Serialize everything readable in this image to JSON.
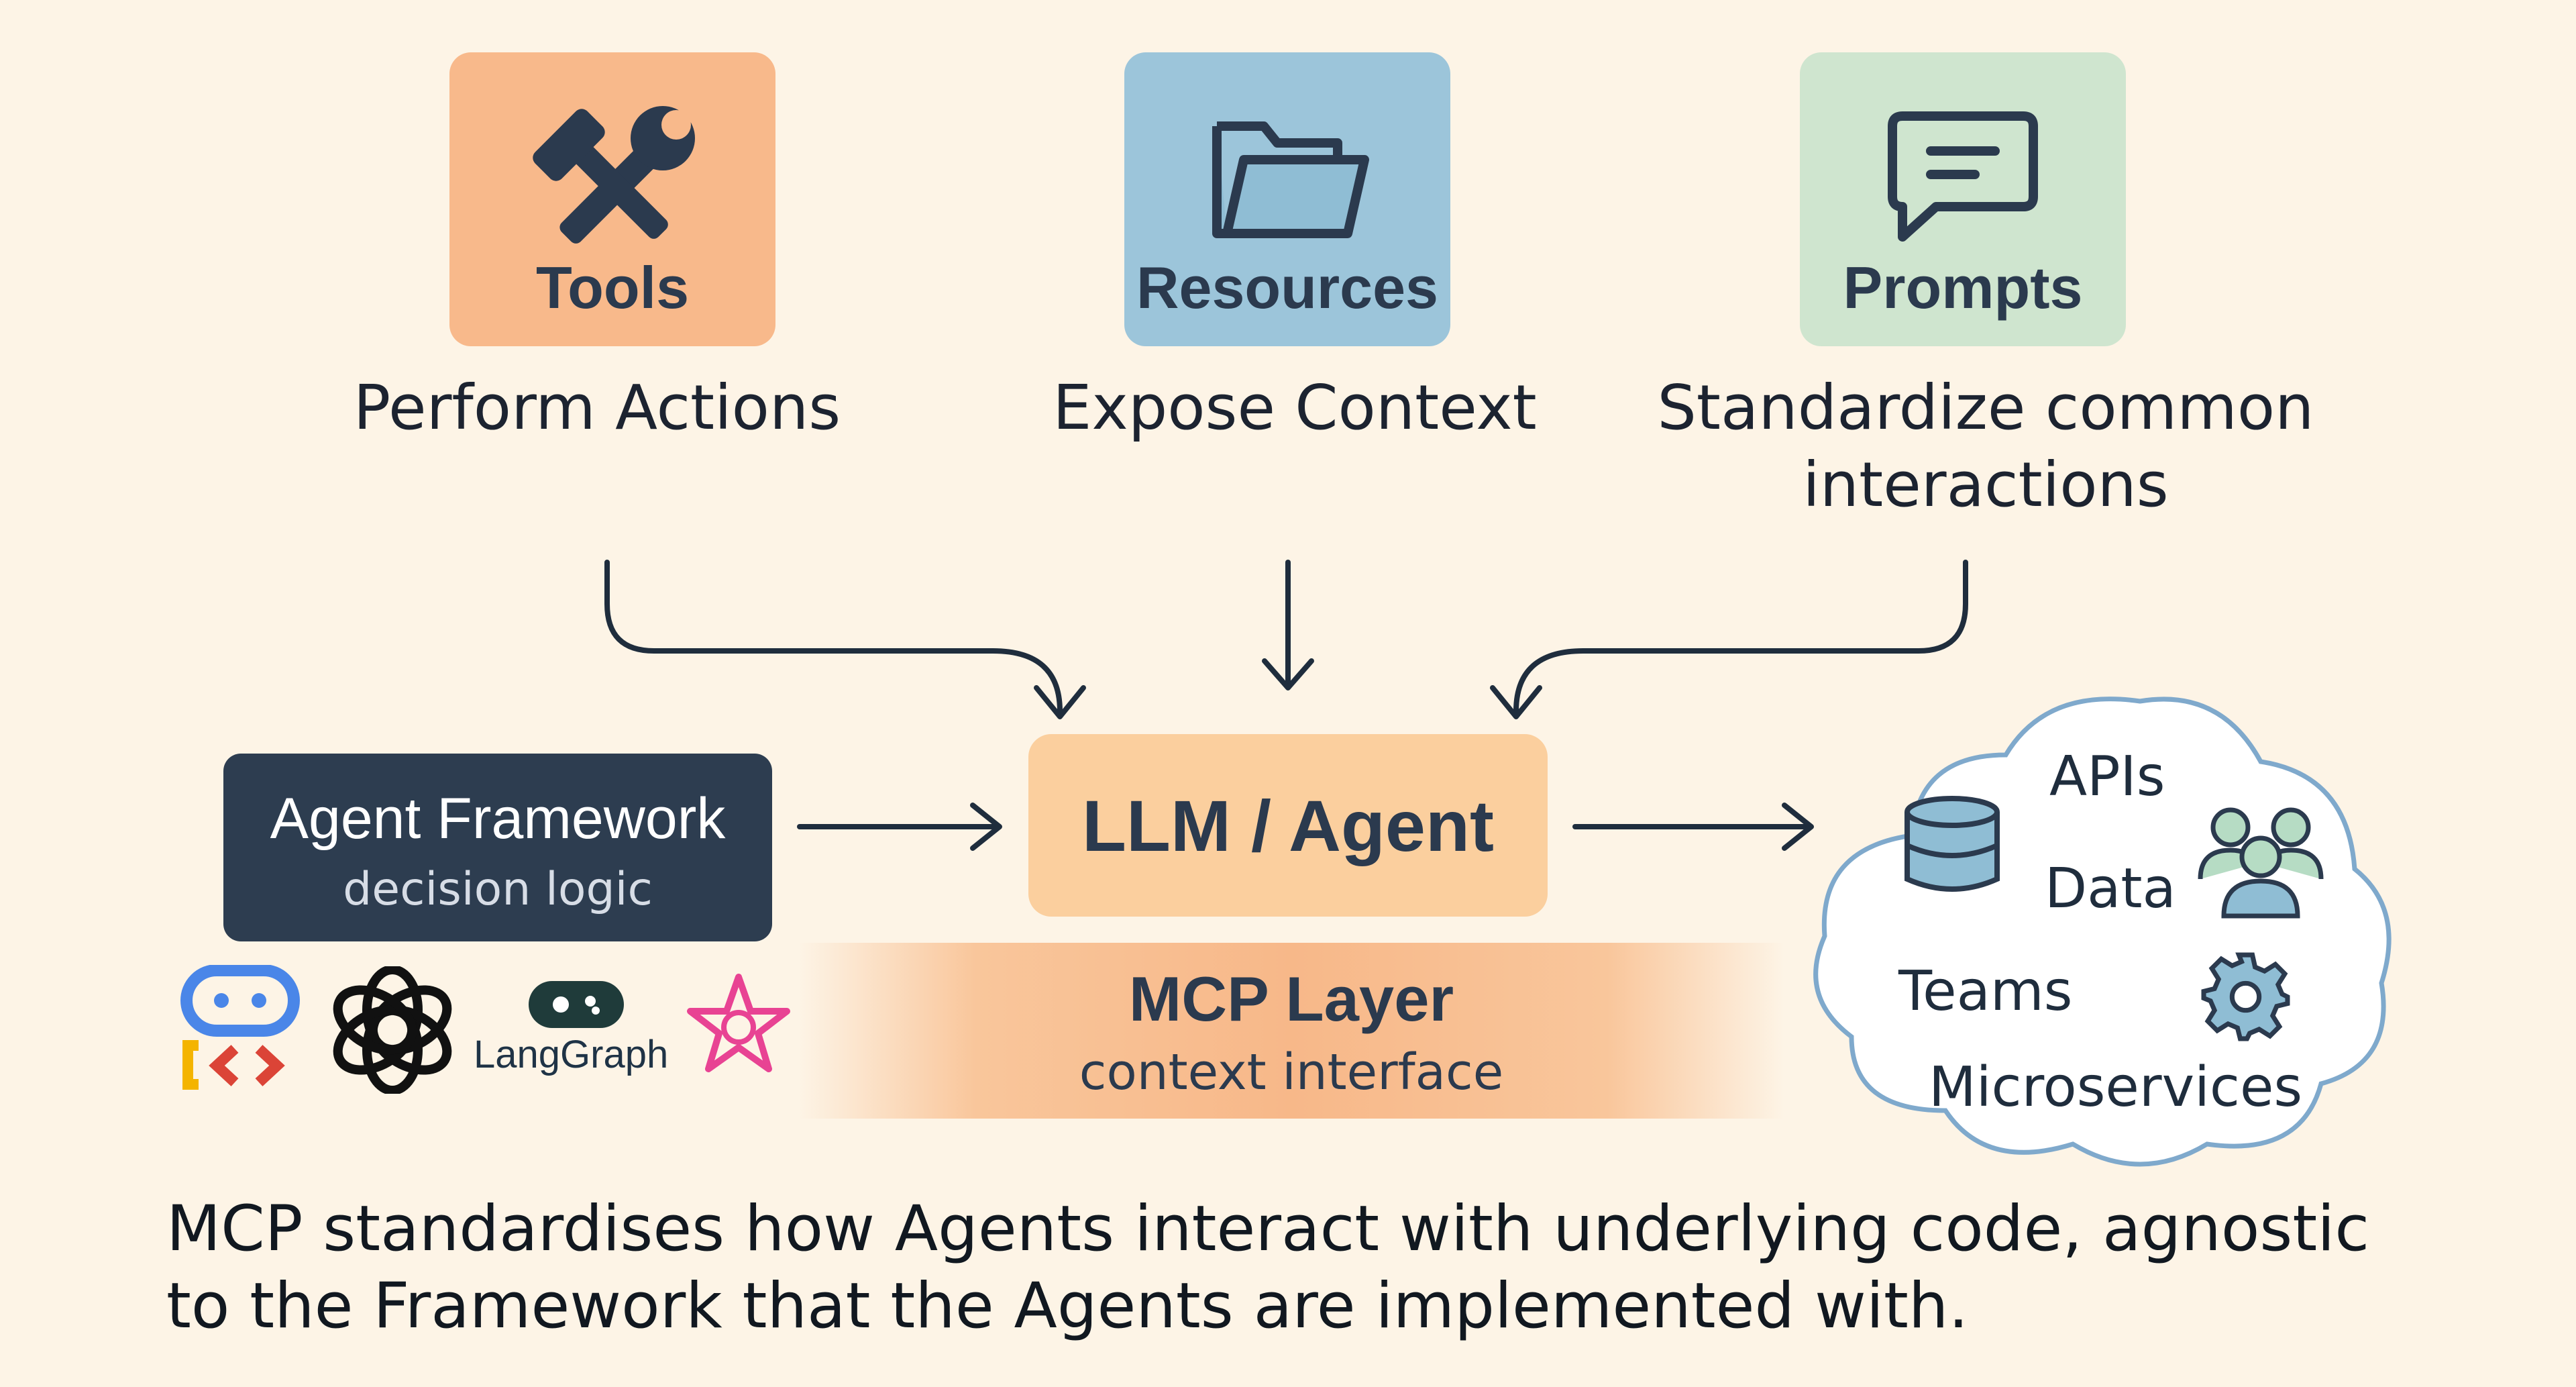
{
  "cards": [
    {
      "label": "Tools",
      "icon": "tools-icon",
      "color": "#f8b98b",
      "caption": "Perform Actions"
    },
    {
      "label": "Resources",
      "icon": "folder-icon",
      "color": "#9cc5da",
      "caption": "Expose Context"
    },
    {
      "label": "Prompts",
      "icon": "chat-icon",
      "color": "#cfe5cf",
      "caption_line1": "Standardize common",
      "caption_line2": "interactions"
    }
  ],
  "framework": {
    "title": "Agent Framework",
    "subtitle": "decision logic"
  },
  "llm": {
    "label": "LLM / Agent"
  },
  "mcp": {
    "title": "MCP Layer",
    "subtitle": "context interface"
  },
  "cloud": {
    "apis": "APIs",
    "data": "Data",
    "teams": "Teams",
    "microservices": "Microservices"
  },
  "logos": {
    "langgraph": "LangGraph"
  },
  "footer": {
    "line1": "MCP standardises how Agents interact with underlying code, agnostic",
    "line2": "to the Framework that the Agents are implemented with."
  }
}
